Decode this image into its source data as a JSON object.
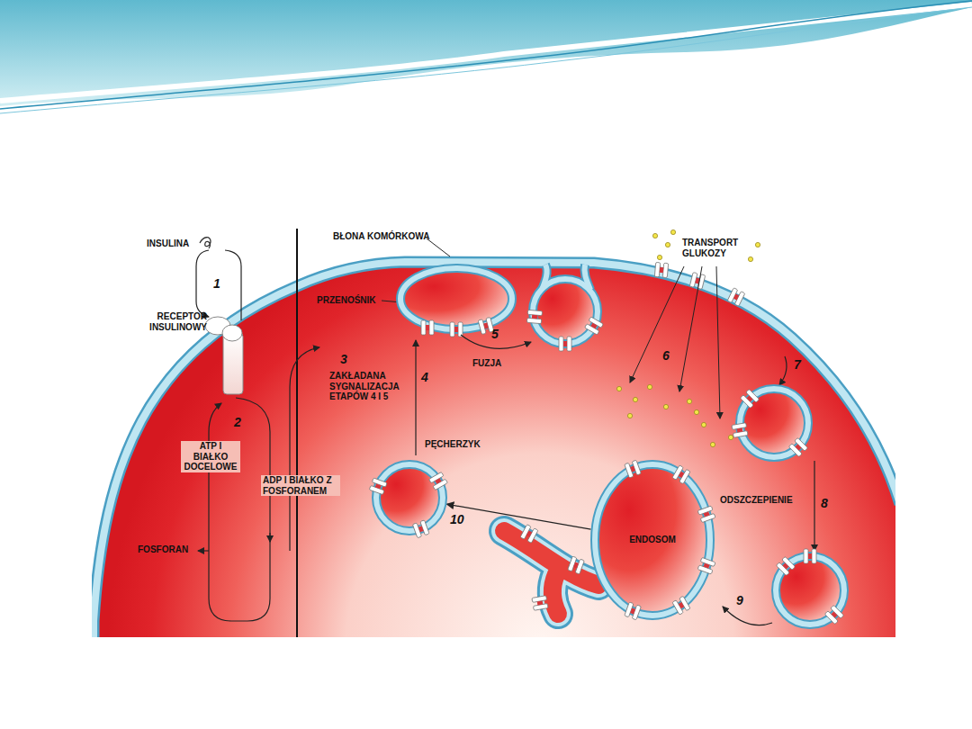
{
  "diagram": {
    "nodes": [
      {
        "text": [
          "PĘCHERZYK"
        ]
      },
      {
        "text": [
          "ENDOSOM"
        ]
      }
    ],
    "edges": [
      {
        "from": 1,
        "to": 0,
        "arrow": "to",
        "label": "10"
      }
    ],
    "labels": [
      "INSULINA",
      "1",
      "RECEPTOR INSULINOWY",
      "2",
      "ATP I BIAŁKO DOCELOWE",
      "ADP I BIAŁKO Z FOSFORANEM",
      "FOSFORAN",
      "BŁONA KOMÓRKOWA",
      "PRZENOŚNIK",
      "3",
      "ZAKŁADANA SYGNALIZACJA ETAPÓW 4 I 5",
      "4",
      "5",
      "FUZJA",
      "TRANSPORT GLUKOZY",
      "6",
      "7",
      "ODSZCZEPIENIE",
      "8",
      "9"
    ]
  }
}
